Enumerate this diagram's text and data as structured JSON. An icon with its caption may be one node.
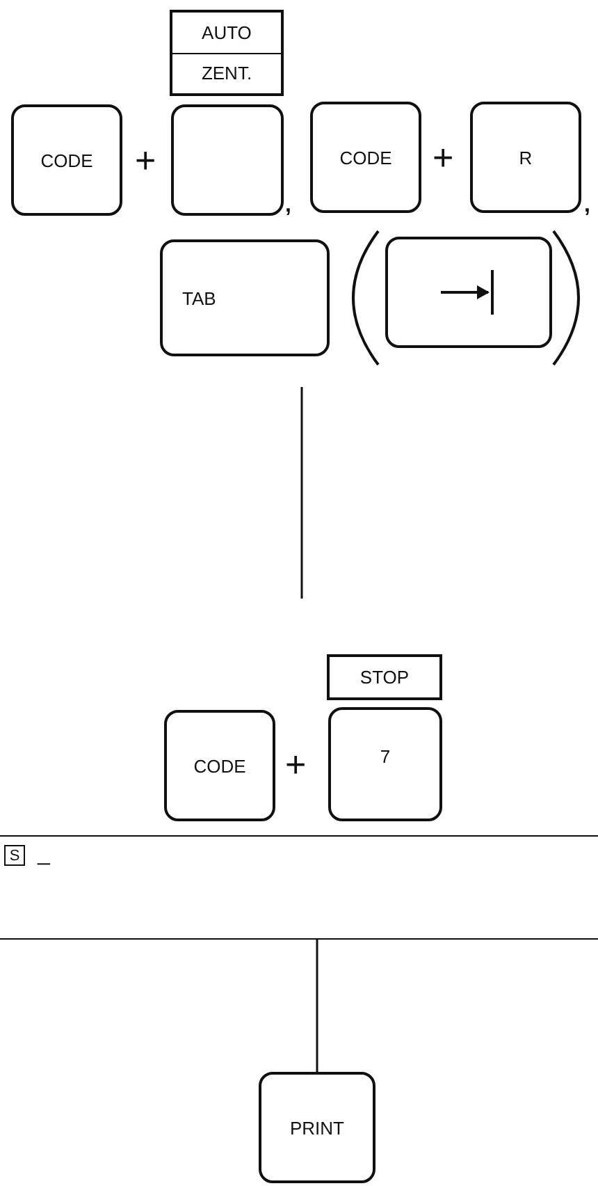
{
  "diagram": {
    "nodes": [
      {
        "text": [
          "AUTO",
          "ZENT."
        ]
      },
      {
        "text": [
          "CODE"
        ]
      },
      {
        "text": [],
        "shape": "box"
      },
      {
        "text": [
          "CODE"
        ]
      },
      {
        "text": [
          "R"
        ]
      },
      {
        "text": [
          "TAB"
        ]
      },
      {
        "text": [],
        "shape": "box"
      },
      {
        "text": [
          "STOP"
        ]
      },
      {
        "text": [
          "CODE"
        ]
      },
      {
        "text": [
          "7"
        ]
      },
      {
        "text": [
          "_"
        ]
      },
      {
        "text": [
          "S"
        ],
        "in": 10
      },
      {
        "text": [
          "PRINT"
        ]
      }
    ],
    "edges": [
      {
        "from": 10,
        "to": 12,
        "arrow": "none"
      }
    ],
    "labels": [
      "+",
      ",",
      "+",
      ",",
      "+"
    ]
  }
}
